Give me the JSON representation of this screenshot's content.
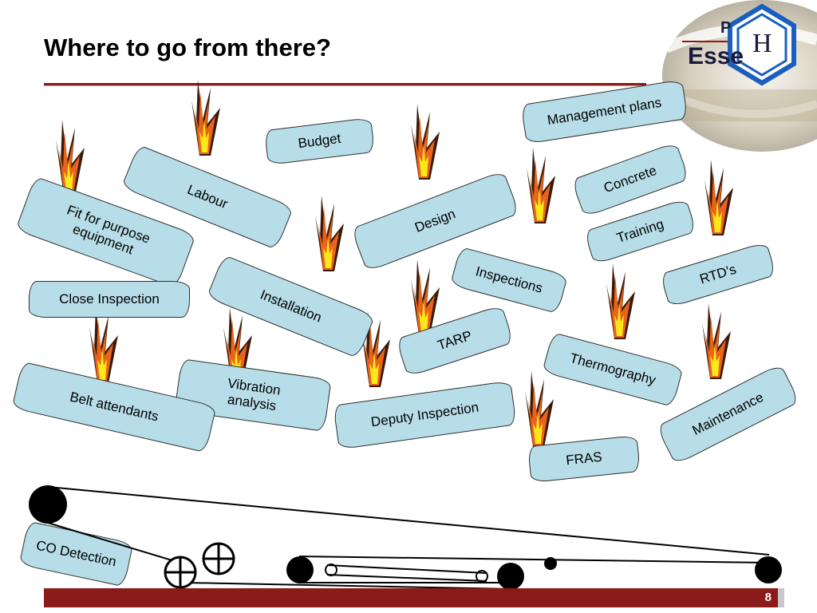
{
  "slide": {
    "title": "Where to go from there?",
    "page_number": "8"
  },
  "logo": {
    "text_large": "Esse",
    "text_small": "P",
    "emblem_letter": "H"
  },
  "labels": {
    "management_plans": "Management plans",
    "budget": "Budget",
    "labour": "Labour",
    "fit_for_purpose": "Fit for purpose equipment",
    "concrete": "Concrete",
    "design": "Design",
    "training": "Training",
    "close_inspection": "Close Inspection",
    "inspections": "Inspections",
    "installation": "Installation",
    "rtds": "RTD’s",
    "tarp": "TARP",
    "thermography": "Thermography",
    "vibration_analysis": "Vibration analysis",
    "belt_attendants": "Belt attendants",
    "deputy_inspection": "Deputy Inspection",
    "maintenance": "Maintenance",
    "fras": "FRAS",
    "co_detection": "CO Detection"
  },
  "colors": {
    "tag_fill": "#b7dde8",
    "accent": "#8b1a1a",
    "flame_outer": "#3a1a0a",
    "flame_mid": "#e8641a",
    "flame_inner": "#ffe81a"
  }
}
